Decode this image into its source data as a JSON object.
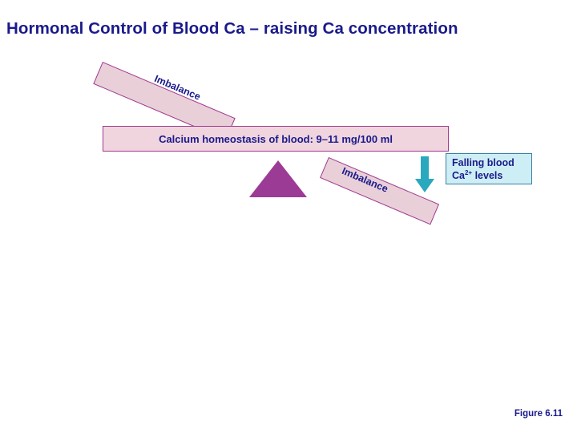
{
  "slide": {
    "title": "Hormonal Control of Blood Ca – raising Ca concentration",
    "figure_caption": "Figure 6.11",
    "homeostasis_label": "Calcium homeostasis of blood: 9–11 mg/100 ml",
    "bars": [
      {
        "label": "Imbalance"
      },
      {
        "label": "Imbalance"
      }
    ],
    "callout": {
      "line1": "Falling blood",
      "line2_prefix": "Ca",
      "line2_sup": "2+",
      "line2_suffix": " levels"
    },
    "icons": {
      "fulcrum": "triangle-fulcrum-icon",
      "arrow": "down-arrow-icon"
    },
    "colors": {
      "title_text": "#1a1a8c",
      "bar_fill": "#e9cfd8",
      "bar_border": "#a03a90",
      "homeostasis_fill": "#f0d5de",
      "fulcrum": "#9c3b95",
      "arrow": "#2aa8bd",
      "callout_fill": "#cdeef4",
      "callout_border": "#3b7fa8"
    }
  }
}
